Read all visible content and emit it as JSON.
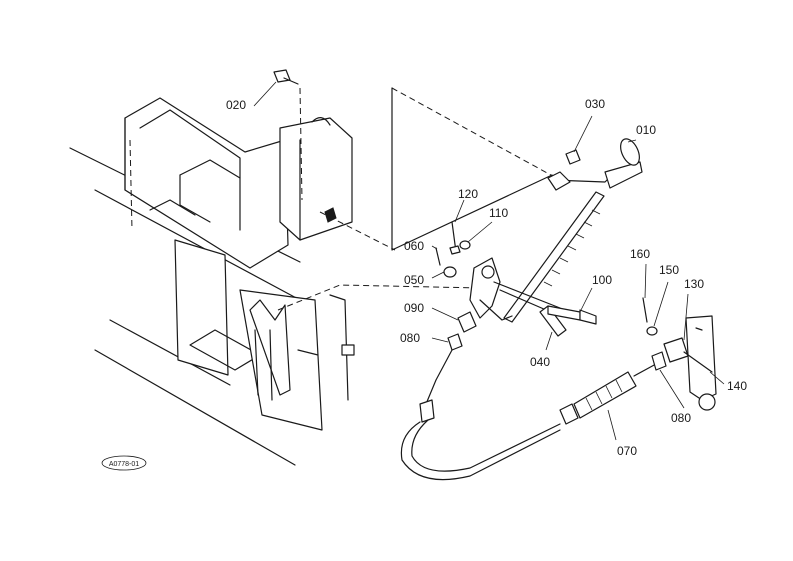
{
  "parts": [
    {
      "id": "010",
      "label": "010"
    },
    {
      "id": "020",
      "label": "020"
    },
    {
      "id": "030",
      "label": "030"
    },
    {
      "id": "040",
      "label": "040"
    },
    {
      "id": "050",
      "label": "050"
    },
    {
      "id": "060",
      "label": "060"
    },
    {
      "id": "070",
      "label": "070"
    },
    {
      "id": "080a",
      "label": "080"
    },
    {
      "id": "080b",
      "label": "080"
    },
    {
      "id": "090",
      "label": "090"
    },
    {
      "id": "100",
      "label": "100"
    },
    {
      "id": "110",
      "label": "110"
    },
    {
      "id": "120",
      "label": "120"
    },
    {
      "id": "130",
      "label": "130"
    },
    {
      "id": "140",
      "label": "140"
    },
    {
      "id": "150",
      "label": "150"
    },
    {
      "id": "160",
      "label": "160"
    }
  ],
  "drawing_code": "A0778-01"
}
